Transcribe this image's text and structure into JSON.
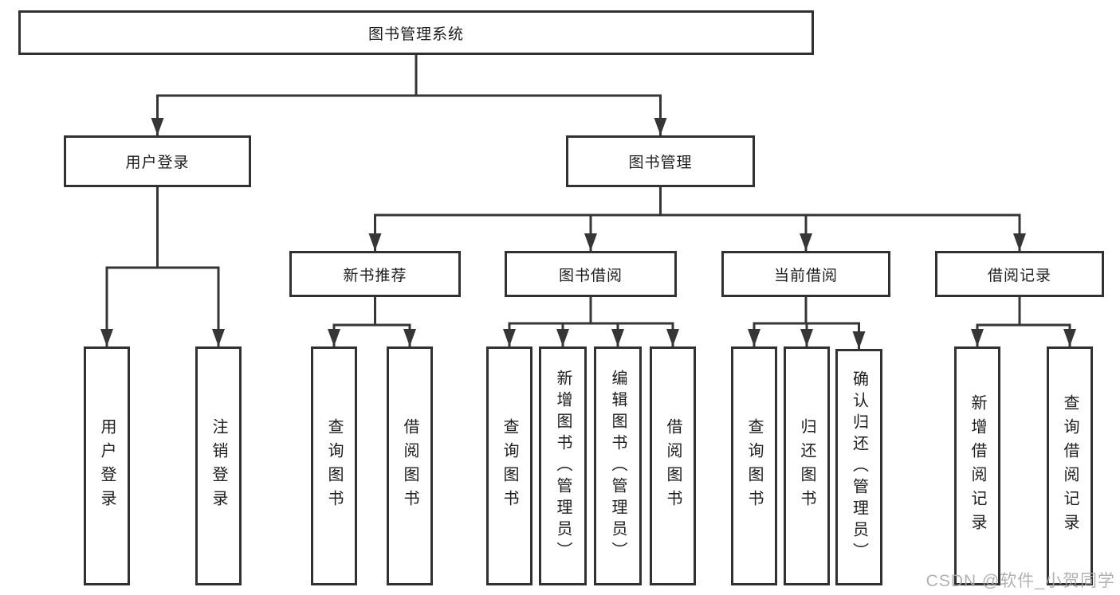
{
  "diagram": {
    "title": "图书管理系统",
    "watermark": "CSDN @软件_小贺同学",
    "colors": {
      "line": "#363636",
      "box_border": "#313131",
      "text": "#1d1d1d",
      "watermark": "#a8a8a8",
      "background": "#ffffff"
    },
    "root": {
      "label": "图书管理系统",
      "children": [
        {
          "label": "用户登录",
          "children": [
            {
              "label": "用户登录"
            },
            {
              "label": "注销登录"
            }
          ]
        },
        {
          "label": "图书管理",
          "children": [
            {
              "label": "新书推荐",
              "children": [
                {
                  "label": "查询图书"
                },
                {
                  "label": "借阅图书"
                }
              ]
            },
            {
              "label": "图书借阅",
              "children": [
                {
                  "label": "查询图书"
                },
                {
                  "label": "新增图书（管理员）"
                },
                {
                  "label": "编辑图书（管理员）"
                },
                {
                  "label": "借阅图书"
                }
              ]
            },
            {
              "label": "当前借阅",
              "children": [
                {
                  "label": "查询图书"
                },
                {
                  "label": "归还图书"
                },
                {
                  "label": "确认归还（管理员）"
                }
              ]
            },
            {
              "label": "借阅记录",
              "children": [
                {
                  "label": "新增借阅记录"
                },
                {
                  "label": "查询借阅记录"
                }
              ]
            }
          ]
        }
      ]
    }
  }
}
